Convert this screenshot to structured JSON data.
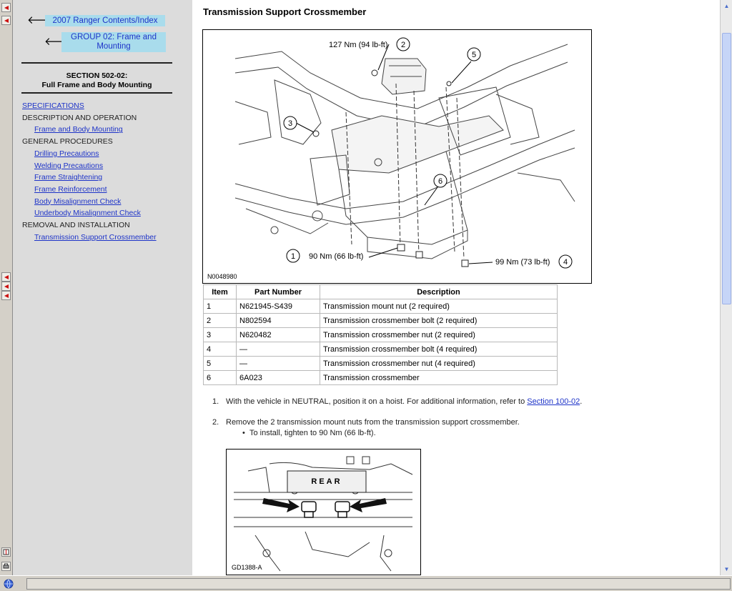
{
  "nav": {
    "contents_link": "2007 Ranger Contents/Index",
    "group_link_line1": "GROUP 02: Frame and",
    "group_link_line2": "Mounting",
    "section_line1": "SECTION 502-02:",
    "section_line2": "Full Frame and Body Mounting",
    "toc": [
      {
        "label": "SPECIFICATIONS",
        "type": "link",
        "indent": false
      },
      {
        "label": "DESCRIPTION AND OPERATION",
        "type": "plain",
        "indent": false
      },
      {
        "label": "Frame and Body Mounting",
        "type": "link",
        "indent": true
      },
      {
        "label": "GENERAL PROCEDURES",
        "type": "plain",
        "indent": false
      },
      {
        "label": "Drilling Precautions",
        "type": "link",
        "indent": true
      },
      {
        "label": "Welding Precautions",
        "type": "link",
        "indent": true
      },
      {
        "label": "Frame Straightening",
        "type": "link",
        "indent": true
      },
      {
        "label": "Frame Reinforcement",
        "type": "link",
        "indent": true
      },
      {
        "label": "Body Misalignment Check",
        "type": "link",
        "indent": true
      },
      {
        "label": "Underbody Misalignment Check",
        "type": "link",
        "indent": true
      },
      {
        "label": "REMOVAL AND INSTALLATION",
        "type": "plain",
        "indent": false
      },
      {
        "label": "Transmission Support Crossmember",
        "type": "link",
        "indent": true
      }
    ]
  },
  "doc": {
    "title": "Transmission Support Crossmember",
    "figure1": {
      "code": "N0048980",
      "callouts": {
        "c1_num": "1",
        "c1_text": "90 Nm (66 lb-ft)",
        "c2_num": "2",
        "c2_text": "127 Nm (94 lb-ft)",
        "c3_num": "3",
        "c4_num": "4",
        "c4_text": "99 Nm (73 lb-ft)",
        "c5_num": "5",
        "c6_num": "6"
      }
    },
    "table": {
      "headers": [
        "Item",
        "Part Number",
        "Description"
      ],
      "rows": [
        [
          "1",
          "N621945-S439",
          "Transmission mount nut (2 required)"
        ],
        [
          "2",
          "N802594",
          "Transmission crossmember bolt (2 required)"
        ],
        [
          "3",
          "N620482",
          "Transmission crossmember nut (2 required)"
        ],
        [
          "4",
          "—",
          "Transmission crossmember bolt (4 required)"
        ],
        [
          "5",
          "—",
          "Transmission crossmember nut (4 required)"
        ],
        [
          "6",
          "6A023",
          "Transmission crossmember"
        ]
      ]
    },
    "steps": {
      "s1_num": "1.",
      "s1_text": "With the vehicle in NEUTRAL, position it on a hoist. For additional information, refer to ",
      "s1_link": "Section 100-02",
      "s1_end": ".",
      "s2_num": "2.",
      "s2_text": "Remove the 2 transmission mount nuts from the transmission support crossmember.",
      "s2_sub": "To install, tighten to 90 Nm (66 lb-ft)."
    },
    "figure2": {
      "label": "REAR",
      "code": "GD1388-A"
    }
  },
  "colors": {
    "link": "#1d33c8",
    "nav_box": "#a9dcec",
    "nav_bg": "#dcdcdc",
    "arrow_red": "#cc1010"
  },
  "icons": {
    "toolstrip": [
      "red-arrow-icon",
      "red-arrow-icon",
      "red-arrow-icon",
      "red-arrow-icon",
      "red-arrow-icon",
      "book-icon",
      "printer-icon"
    ],
    "status": "globe-icon"
  }
}
